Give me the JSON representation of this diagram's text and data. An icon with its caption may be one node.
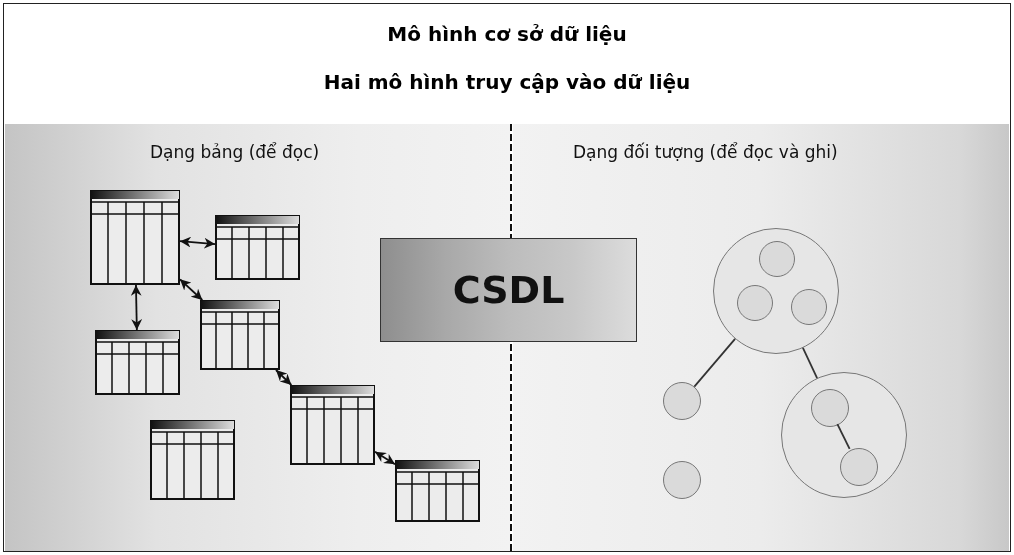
{
  "diagram": {
    "title": "Mô hình cơ sở dữ liệu",
    "nodes": [
      {
        "text": [
          "Dạng bảng (để đọc)"
        ]
      },
      {
        "text": [
          "Dạng đối tượng (để đọc và ghi)"
        ]
      },
      {
        "text": [
          "CSDL"
        ]
      },
      {
        "text": [],
        "shape": "table",
        "in": 0
      },
      {
        "text": [],
        "shape": "table",
        "in": 0
      },
      {
        "text": [],
        "shape": "table",
        "in": 0
      },
      {
        "text": [],
        "shape": "table",
        "in": 0
      },
      {
        "text": [],
        "shape": "table",
        "in": 0
      },
      {
        "text": [],
        "shape": "table",
        "in": 0
      },
      {
        "text": [],
        "shape": "table",
        "in": 0
      },
      {
        "text": [],
        "shape": "circle",
        "in": 1
      },
      {
        "text": [],
        "shape": "circle",
        "in": 10
      },
      {
        "text": [],
        "shape": "circle",
        "in": 10
      },
      {
        "text": [],
        "shape": "circle",
        "in": 10
      },
      {
        "text": [],
        "shape": "circle",
        "in": 1
      },
      {
        "text": [],
        "shape": "circle",
        "in": 1
      },
      {
        "text": [],
        "shape": "circle",
        "in": 15
      },
      {
        "text": [],
        "shape": "circle",
        "in": 15
      },
      {
        "text": [],
        "shape": "circle",
        "in": 1
      }
    ],
    "edges": [
      {
        "from": 3,
        "to": 4,
        "arrow": "both"
      },
      {
        "from": 3,
        "to": 5,
        "arrow": "both"
      },
      {
        "from": 3,
        "to": 6,
        "arrow": "both"
      },
      {
        "from": 5,
        "to": 8,
        "arrow": "both"
      },
      {
        "from": 8,
        "to": 9,
        "arrow": "both"
      },
      {
        "from": 10,
        "to": 14,
        "arrow": "none"
      },
      {
        "from": 10,
        "to": 15,
        "arrow": "none"
      },
      {
        "from": 16,
        "to": 17,
        "arrow": "none"
      }
    ],
    "labels": [
      "Hai mô hình truy cập vào dữ liệu"
    ]
  }
}
